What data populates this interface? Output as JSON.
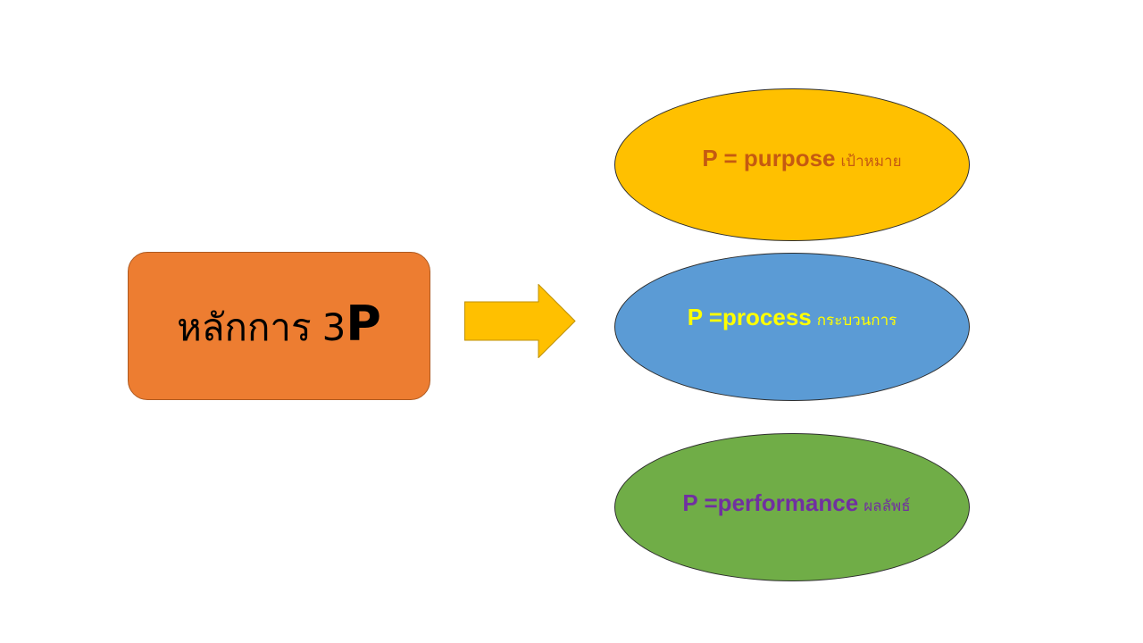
{
  "main": {
    "title_thai": "หลักการ",
    "title_number": "3",
    "title_letter": "P"
  },
  "items": [
    {
      "english": "P = purpose",
      "thai": "เป้าหมาย"
    },
    {
      "english": "P =process",
      "thai": "กระบวนการ"
    },
    {
      "english": "P =performance",
      "thai": "ผลลัพธ์"
    }
  ],
  "colors": {
    "main_box": "#ed7d31",
    "arrow": "#ffc000",
    "purpose_fill": "#ffc000",
    "purpose_text": "#c55a11",
    "process_fill": "#5b9bd5",
    "process_text": "#ffff00",
    "performance_fill": "#70ad47",
    "performance_text": "#7030a0"
  },
  "icons": [
    "right-arrow-icon"
  ]
}
